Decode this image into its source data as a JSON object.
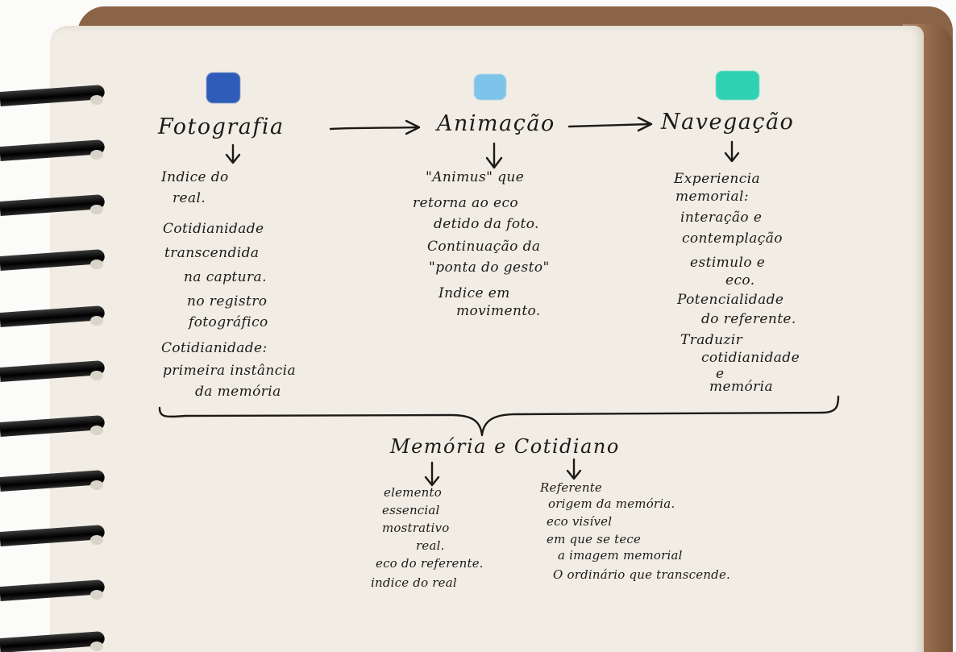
{
  "swatch_colors": {
    "fotografia": "#2f5cb8",
    "animacao": "#7ec4ea",
    "navegacao": "#2fd1b4"
  },
  "nodes": {
    "fotografia": "Fotografia",
    "animacao": "Animação",
    "navegacao": "Navegação",
    "memoria": "Memória e Cotidiano"
  },
  "fotografia_notes": [
    "Indice do",
    "real.",
    "Cotidianidade",
    "transcendida",
    "na captura.",
    "no registro",
    "fotográfico",
    "Cotidianidade:",
    "primeira instância",
    "da memória"
  ],
  "animacao_notes": [
    "\"Animus\" que",
    "retorna ao eco",
    "detido da foto.",
    "Continuação da",
    "\"ponta do gesto\"",
    "Indice em",
    "movimento."
  ],
  "navegacao_notes": [
    "Experiencia",
    "memorial:",
    "interação e",
    "contemplação",
    "estimulo e",
    "eco.",
    "Potencialidade",
    "do referente.",
    "Traduzir",
    "cotidianidade",
    "e",
    "memória"
  ],
  "memoria_left": [
    "elemento",
    "essencial",
    "mostrativo",
    "real.",
    "eco do referente.",
    "indice do real"
  ],
  "memoria_right": [
    "Referente",
    "origem da memória.",
    "eco visível",
    "em que se tece",
    "a imagem memorial",
    "O ordinário que transcende."
  ]
}
